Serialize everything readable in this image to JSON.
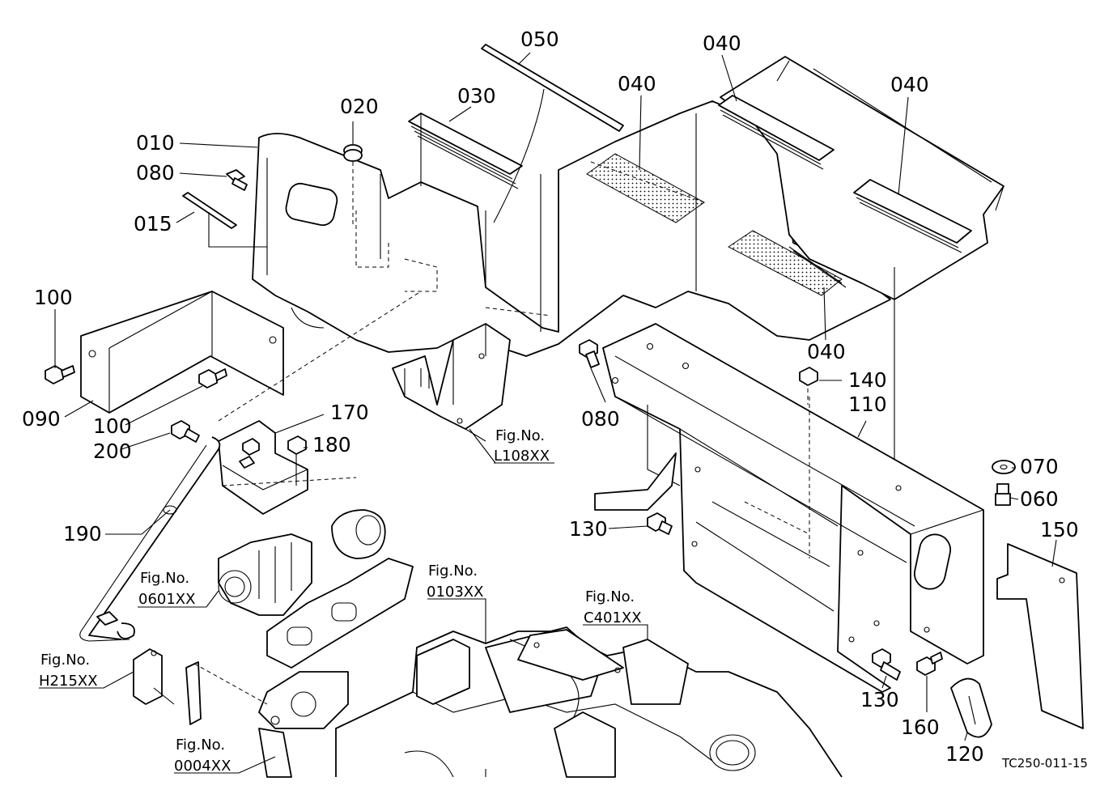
{
  "callouts": {
    "p010": "010",
    "p015": "015",
    "p020": "020",
    "p030": "030",
    "p040a": "040",
    "p040b": "040",
    "p040c": "040",
    "p040d": "040",
    "p050": "050",
    "p060": "060",
    "p070": "070",
    "p080a": "080",
    "p080b": "080",
    "p090": "090",
    "p100a": "100",
    "p100b": "100",
    "p110": "110",
    "p120": "120",
    "p130a": "130",
    "p130b": "130",
    "p140": "140",
    "p150": "150",
    "p160": "160",
    "p170": "170",
    "p180": "180",
    "p190": "190",
    "p200": "200"
  },
  "figure_refs": {
    "prefix": "Fig.No.",
    "L108": "L108XX",
    "f0601": "0601XX",
    "f0103": "0103XX",
    "C401": "C401XX",
    "H215": "H215XX",
    "f0004": "0004XX"
  },
  "drawing_code": "TC250-011-15"
}
